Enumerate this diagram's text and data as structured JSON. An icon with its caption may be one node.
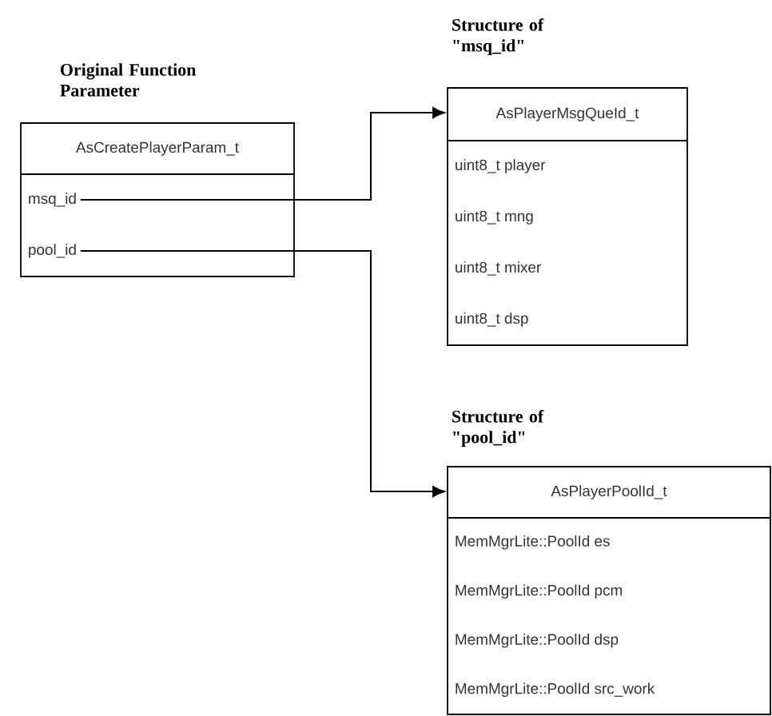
{
  "diagram": {
    "nodes": [
      {
        "text": [
          "Original Function Parameter",
          "AsCreatePlayerParam_t"
        ]
      },
      {
        "text": [
          "msq_id"
        ],
        "in": 0
      },
      {
        "text": [
          "pool_id"
        ],
        "in": 0
      },
      {
        "text": [
          "Structure of \"msq_id\"",
          "AsPlayerMsgQueId_t"
        ]
      },
      {
        "text": [
          "uint8_t player"
        ],
        "in": 3
      },
      {
        "text": [
          "uint8_t mng"
        ],
        "in": 3
      },
      {
        "text": [
          "uint8_t mixer"
        ],
        "in": 3
      },
      {
        "text": [
          "uint8_t dsp"
        ],
        "in": 3
      },
      {
        "text": [
          "Structure of \"pool_id\"",
          "AsPlayerPoolId_t"
        ]
      },
      {
        "text": [
          "MemMgrLite::PoolId es"
        ],
        "in": 8
      },
      {
        "text": [
          "MemMgrLite::PoolId pcm"
        ],
        "in": 8
      },
      {
        "text": [
          "MemMgrLite::PoolId dsp"
        ],
        "in": 8
      },
      {
        "text": [
          "MemMgrLite::PoolId src_work"
        ],
        "in": 8
      }
    ],
    "edges": [
      {
        "from": 1,
        "to": 3,
        "arrow": "to"
      },
      {
        "from": 2,
        "to": 8,
        "arrow": "to"
      }
    ]
  }
}
